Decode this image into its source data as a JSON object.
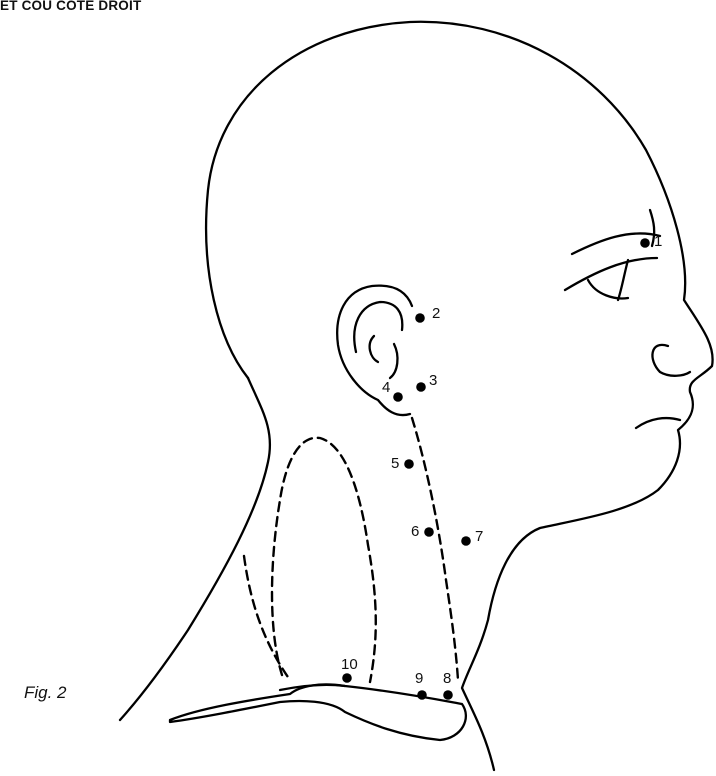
{
  "title": "ET COU COTE DROIT",
  "figure_label": "Fig. 2",
  "points": [
    {
      "id": "point-1",
      "label": "1"
    },
    {
      "id": "point-2",
      "label": "2"
    },
    {
      "id": "point-3",
      "label": "3"
    },
    {
      "id": "point-4",
      "label": "4"
    },
    {
      "id": "point-5",
      "label": "5"
    },
    {
      "id": "point-6",
      "label": "6"
    },
    {
      "id": "point-7",
      "label": "7"
    },
    {
      "id": "point-8",
      "label": "8"
    },
    {
      "id": "point-9",
      "label": "9"
    },
    {
      "id": "point-10",
      "label": "10"
    }
  ]
}
